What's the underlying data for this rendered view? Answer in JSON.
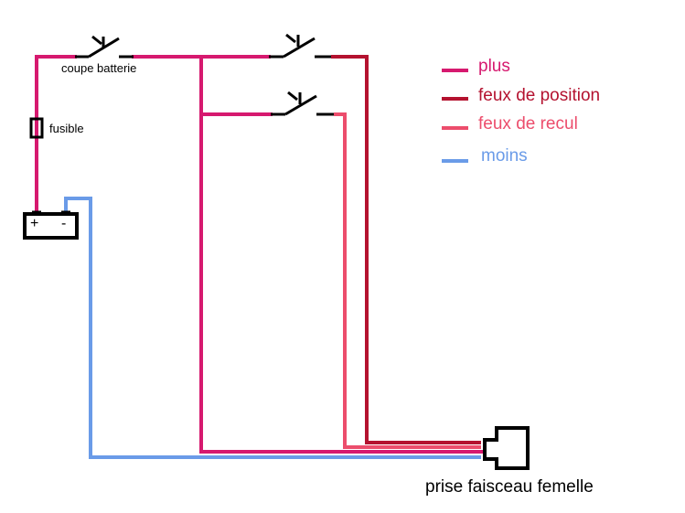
{
  "colors": {
    "plus": "#d6196f",
    "position": "#b4122f",
    "recul": "#ec4d6c",
    "moins": "#6a9be8",
    "black": "#000000"
  },
  "labels": {
    "coupe_batterie": "coupe batterie",
    "fusible": "fusible",
    "prise": "prise faisceau femelle",
    "battery_plus": "+",
    "battery_minus": "-"
  },
  "legend": [
    {
      "key": "plus",
      "text": "plus",
      "color": "#d6196f"
    },
    {
      "key": "position",
      "text": "feux de position",
      "color": "#b4122f"
    },
    {
      "key": "recul",
      "text": "feux de recul",
      "color": "#ec4d6c"
    },
    {
      "key": "moins",
      "text": "moins",
      "color": "#6a9be8"
    }
  ]
}
